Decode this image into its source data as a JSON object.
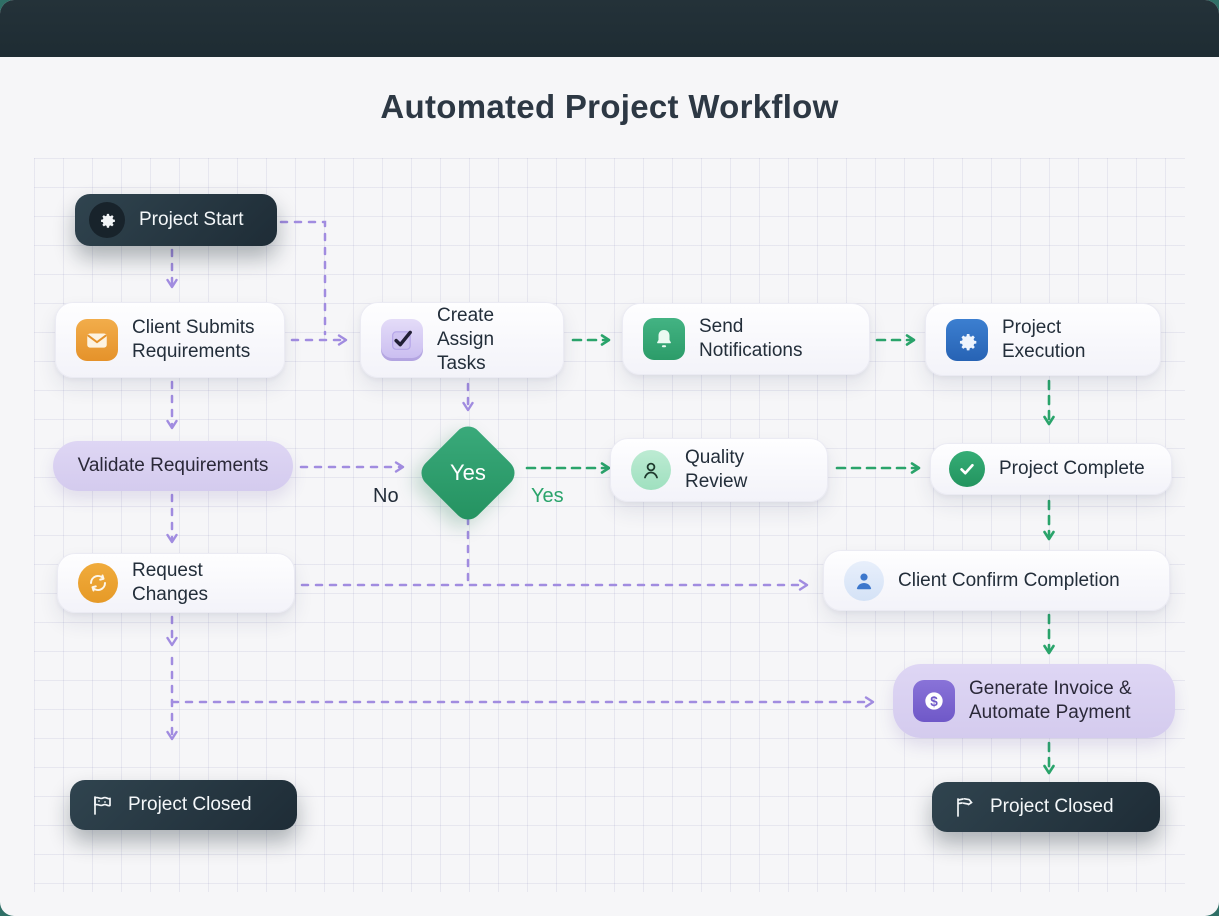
{
  "title": "Automated Project Workflow",
  "nodes": {
    "project_start": {
      "label": "Project Start",
      "icon": "gear"
    },
    "client_submits": {
      "label": "Client Submits Requirements",
      "icon": "envelope"
    },
    "create_assign_tasks": {
      "label": "Create Assign Tasks",
      "icon": "checkbox"
    },
    "send_notifications": {
      "label": "Send Notifications",
      "icon": "bell"
    },
    "project_execution": {
      "label": "Project Execution",
      "icon": "gear"
    },
    "validate_requirements": {
      "label": "Validate Requirements",
      "icon": "none"
    },
    "decision": {
      "label": "Yes",
      "icon": "none"
    },
    "quality_review": {
      "label": "Quality Review",
      "icon": "person-outline"
    },
    "project_complete": {
      "label": "Project Complete",
      "icon": "check-circle"
    },
    "request_changes": {
      "label": "Request Changes",
      "icon": "refresh"
    },
    "client_confirm": {
      "label": "Client Confirm Completion",
      "icon": "person"
    },
    "generate_invoice": {
      "label": "Generate Invoice & Automate Payment",
      "icon": "dollar"
    },
    "project_closed_left": {
      "label": "Project Closed",
      "icon": "flag"
    },
    "project_closed_right": {
      "label": "Project Closed",
      "icon": "flag"
    }
  },
  "edge_labels": {
    "no": "No",
    "yes": "Yes"
  },
  "colors": {
    "topbar": "#1e2c33",
    "background": "#f6f6f8",
    "dark_node": "#24333e",
    "lavender_node": "#d9d0f0",
    "purple_arrow": "#a18ce0",
    "green_arrow": "#2aa46b",
    "decision_green": "#2d9e68",
    "orange_icon": "#eda13d",
    "blue_icon": "#2e6fc4",
    "green_icon": "#36a876",
    "purple_icon": "#7b65d2",
    "text_dark": "#232e3a"
  }
}
